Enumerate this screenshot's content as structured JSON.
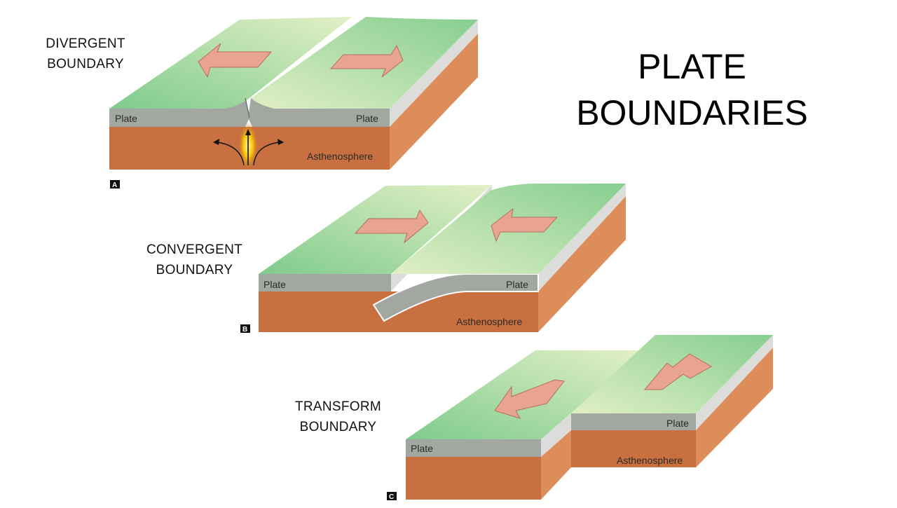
{
  "title": {
    "line1": "PLATE",
    "line2": "BOUNDARIES"
  },
  "panels": {
    "divergent": {
      "caption_line1": "DIVERGENT",
      "caption_line2": "BOUNDARY",
      "badge": "A",
      "plate_left": "Plate",
      "plate_right": "Plate",
      "mantle": "Asthenosphere"
    },
    "convergent": {
      "caption_line1": "CONVERGENT",
      "caption_line2": "BOUNDARY",
      "badge": "B",
      "plate_left": "Plate",
      "plate_right": "Plate",
      "mantle": "Asthenosphere"
    },
    "transform": {
      "caption_line1": "TRANSFORM",
      "caption_line2": "BOUNDARY",
      "badge": "C",
      "plate_left": "Plate",
      "plate_right": "Plate",
      "mantle": "Asthenosphere"
    }
  },
  "colors": {
    "plate_top_light": "#e2f0c6",
    "plate_top_dark": "#7fcb8c",
    "plate_side": "#a3a7a1",
    "plate_side_edge": "#dcdddb",
    "mantle": "#c8703f",
    "mantle_side": "#dd8d5a",
    "arrow": "#e8a391",
    "magma": "#f5c400"
  }
}
